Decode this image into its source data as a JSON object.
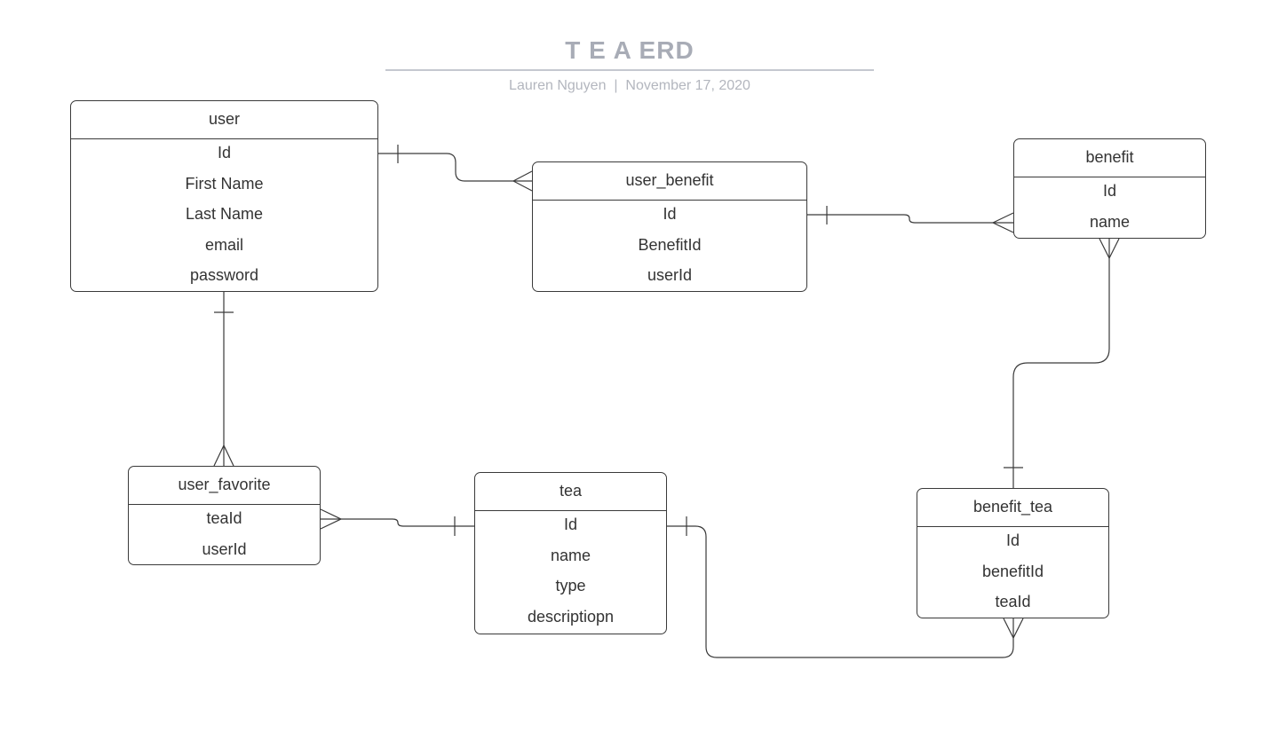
{
  "diagram": {
    "title": "T E A ERD",
    "author": "Lauren Nguyen",
    "separator": "|",
    "date": "November 17, 2020"
  },
  "colors": {
    "line": "#3a3a3a",
    "title": "#a8acb6",
    "subtitle": "#b3b6be",
    "rule": "#c5c8d0"
  },
  "entities": {
    "user": {
      "name": "user",
      "fields": [
        "Id",
        "First Name",
        "Last Name",
        "email",
        "password"
      ]
    },
    "user_benefit": {
      "name": "user_benefit",
      "fields": [
        "Id",
        "BenefitId",
        "userId"
      ]
    },
    "benefit": {
      "name": "benefit",
      "fields": [
        "Id",
        "name"
      ]
    },
    "user_favorite": {
      "name": "user_favorite",
      "fields": [
        "teaId",
        "userId"
      ]
    },
    "tea": {
      "name": "tea",
      "fields": [
        "Id",
        "name",
        "type",
        "descriptiopn"
      ]
    },
    "benefit_tea": {
      "name": "benefit_tea",
      "fields": [
        "Id",
        "benefitId",
        "teaId"
      ]
    }
  },
  "relationships": [
    {
      "from": "user",
      "to": "user_benefit",
      "from_cardinality": "one",
      "to_cardinality": "many"
    },
    {
      "from": "user_benefit",
      "to": "benefit",
      "from_cardinality": "one",
      "to_cardinality": "many"
    },
    {
      "from": "user",
      "to": "user_favorite",
      "from_cardinality": "one",
      "to_cardinality": "many"
    },
    {
      "from": "tea",
      "to": "user_favorite",
      "from_cardinality": "one",
      "to_cardinality": "many"
    },
    {
      "from": "benefit_tea",
      "to": "benefit",
      "from_cardinality": "one",
      "to_cardinality": "many"
    },
    {
      "from": "tea",
      "to": "benefit_tea",
      "from_cardinality": "one",
      "to_cardinality": "many"
    }
  ]
}
